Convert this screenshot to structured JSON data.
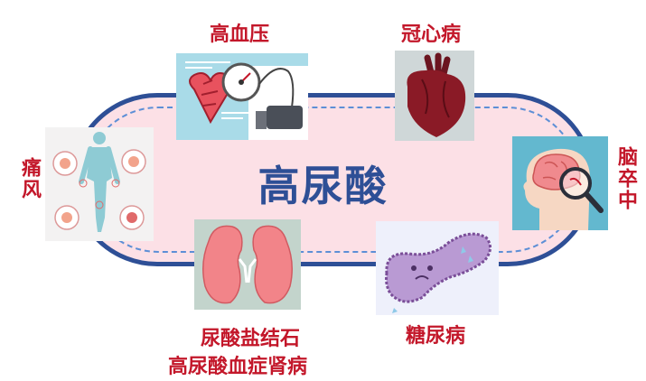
{
  "center": {
    "title": "高尿酸"
  },
  "conditions": {
    "hypertension": "高血压",
    "coronary": "冠心病",
    "stroke": "脑卒中",
    "gout": "痛风",
    "diabetes": "糖尿病",
    "kidney_line1": "尿酸盐结石",
    "kidney_line2": "高尿酸血症肾病"
  },
  "colors": {
    "accent_blue": "#2e4f96",
    "label_red": "#c3172a",
    "pill_fill": "#fce0e6"
  },
  "icons": {
    "hypertension": "heart-bp-monitor-icon",
    "coronary": "heart-icon",
    "stroke": "brain-magnifier-icon",
    "gout": "body-joints-icon",
    "diabetes": "pancreas-icon",
    "kidney": "kidneys-icon"
  }
}
